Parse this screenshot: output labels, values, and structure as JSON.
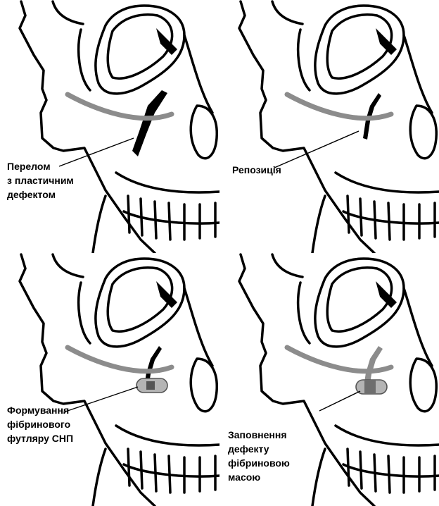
{
  "panels": [
    {
      "id": "fracture",
      "label": "Перелом\nз пластичним\nдефектом",
      "stage": "fracture-with-plastic-defect"
    },
    {
      "id": "reposition",
      "label": "Репозиція",
      "stage": "reposition"
    },
    {
      "id": "fibrin-case",
      "label": "Формування\nфібринового\nфутляру СНП",
      "stage": "fibrin-case"
    },
    {
      "id": "defect-fill",
      "label": "Заповнення\nдефекту\nфібриновою\nмасою",
      "stage": "defect-fill"
    }
  ],
  "colors": {
    "line": "#000000",
    "arch": "#8c8c8c",
    "implant": "#b4b4b4",
    "filling": "#6e6e6e"
  }
}
